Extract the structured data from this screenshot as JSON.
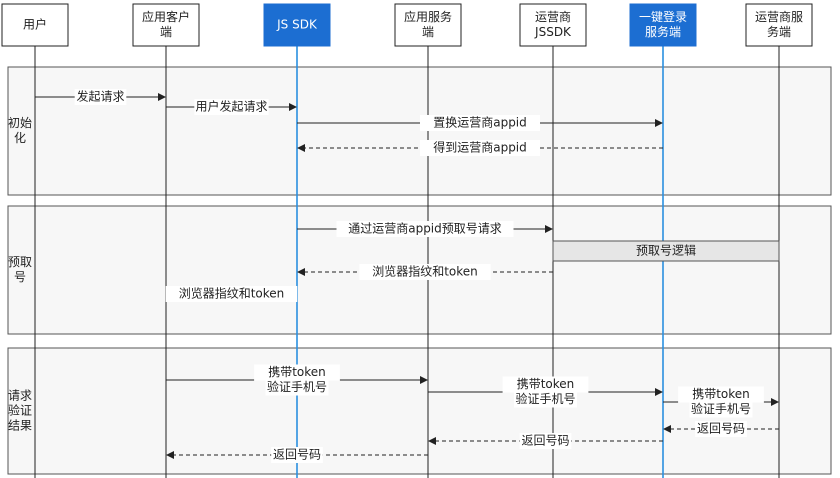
{
  "participants": [
    {
      "id": "user",
      "lines": [
        "用户"
      ],
      "highlight": false
    },
    {
      "id": "app-client",
      "lines": [
        "应用客户",
        "端"
      ],
      "highlight": false
    },
    {
      "id": "js-sdk",
      "lines": [
        "JS SDK"
      ],
      "highlight": true
    },
    {
      "id": "app-server",
      "lines": [
        "应用服务",
        "端"
      ],
      "highlight": false
    },
    {
      "id": "carrier-jssdk",
      "lines": [
        "运营商",
        "JSSDK"
      ],
      "highlight": false
    },
    {
      "id": "one-click-login-server",
      "lines": [
        "一键登录",
        "服务端"
      ],
      "highlight": true
    },
    {
      "id": "carrier-server",
      "lines": [
        "运营商服",
        "务端"
      ],
      "highlight": false
    }
  ],
  "phases": [
    {
      "id": "init",
      "lines": [
        "初始",
        "化"
      ]
    },
    {
      "id": "prefetch",
      "lines": [
        "预取",
        "号"
      ]
    },
    {
      "id": "verify",
      "lines": [
        "请求",
        "验证",
        "结果"
      ]
    }
  ],
  "messages": [
    {
      "from": 0,
      "to": 1,
      "lines": [
        "发起请求"
      ],
      "dashed": false
    },
    {
      "from": 1,
      "to": 2,
      "lines": [
        "用户发起请求"
      ],
      "dashed": false
    },
    {
      "from": 2,
      "to": 5,
      "lines": [
        "置换运营商appid"
      ],
      "dashed": false
    },
    {
      "from": 5,
      "to": 2,
      "lines": [
        "得到运营商appid"
      ],
      "dashed": true
    },
    {
      "from": 2,
      "to": 4,
      "lines": [
        "通过运营商appid预取号请求"
      ],
      "dashed": false
    },
    {
      "from": 4,
      "to": 2,
      "lines": [
        "浏览器指纹和token"
      ],
      "dashed": true
    },
    {
      "from": 2,
      "to": 1,
      "lines": [
        "浏览器指纹和token"
      ],
      "dashed": true
    },
    {
      "from": 1,
      "to": 3,
      "lines": [
        "携带token",
        "验证手机号"
      ],
      "dashed": false
    },
    {
      "from": 3,
      "to": 5,
      "lines": [
        "携带token",
        "验证手机号"
      ],
      "dashed": false
    },
    {
      "from": 5,
      "to": 6,
      "lines": [
        "携带token",
        "验证手机号"
      ],
      "dashed": false
    },
    {
      "from": 6,
      "to": 5,
      "lines": [
        "返回号码"
      ],
      "dashed": true
    },
    {
      "from": 5,
      "to": 3,
      "lines": [
        "返回号码"
      ],
      "dashed": true
    },
    {
      "from": 3,
      "to": 1,
      "lines": [
        "返回号码"
      ],
      "dashed": true
    }
  ],
  "note": {
    "text": "预取号逻辑",
    "from": 4,
    "to": 6
  },
  "colors": {
    "highlight_fill": "#1c6ed2",
    "highlight_lifeline": "#2a8fe0",
    "phase_fill": "#f7f7f7",
    "phase_stroke": "#555555",
    "note_fill": "#e6e6e6",
    "line": "#222222"
  }
}
